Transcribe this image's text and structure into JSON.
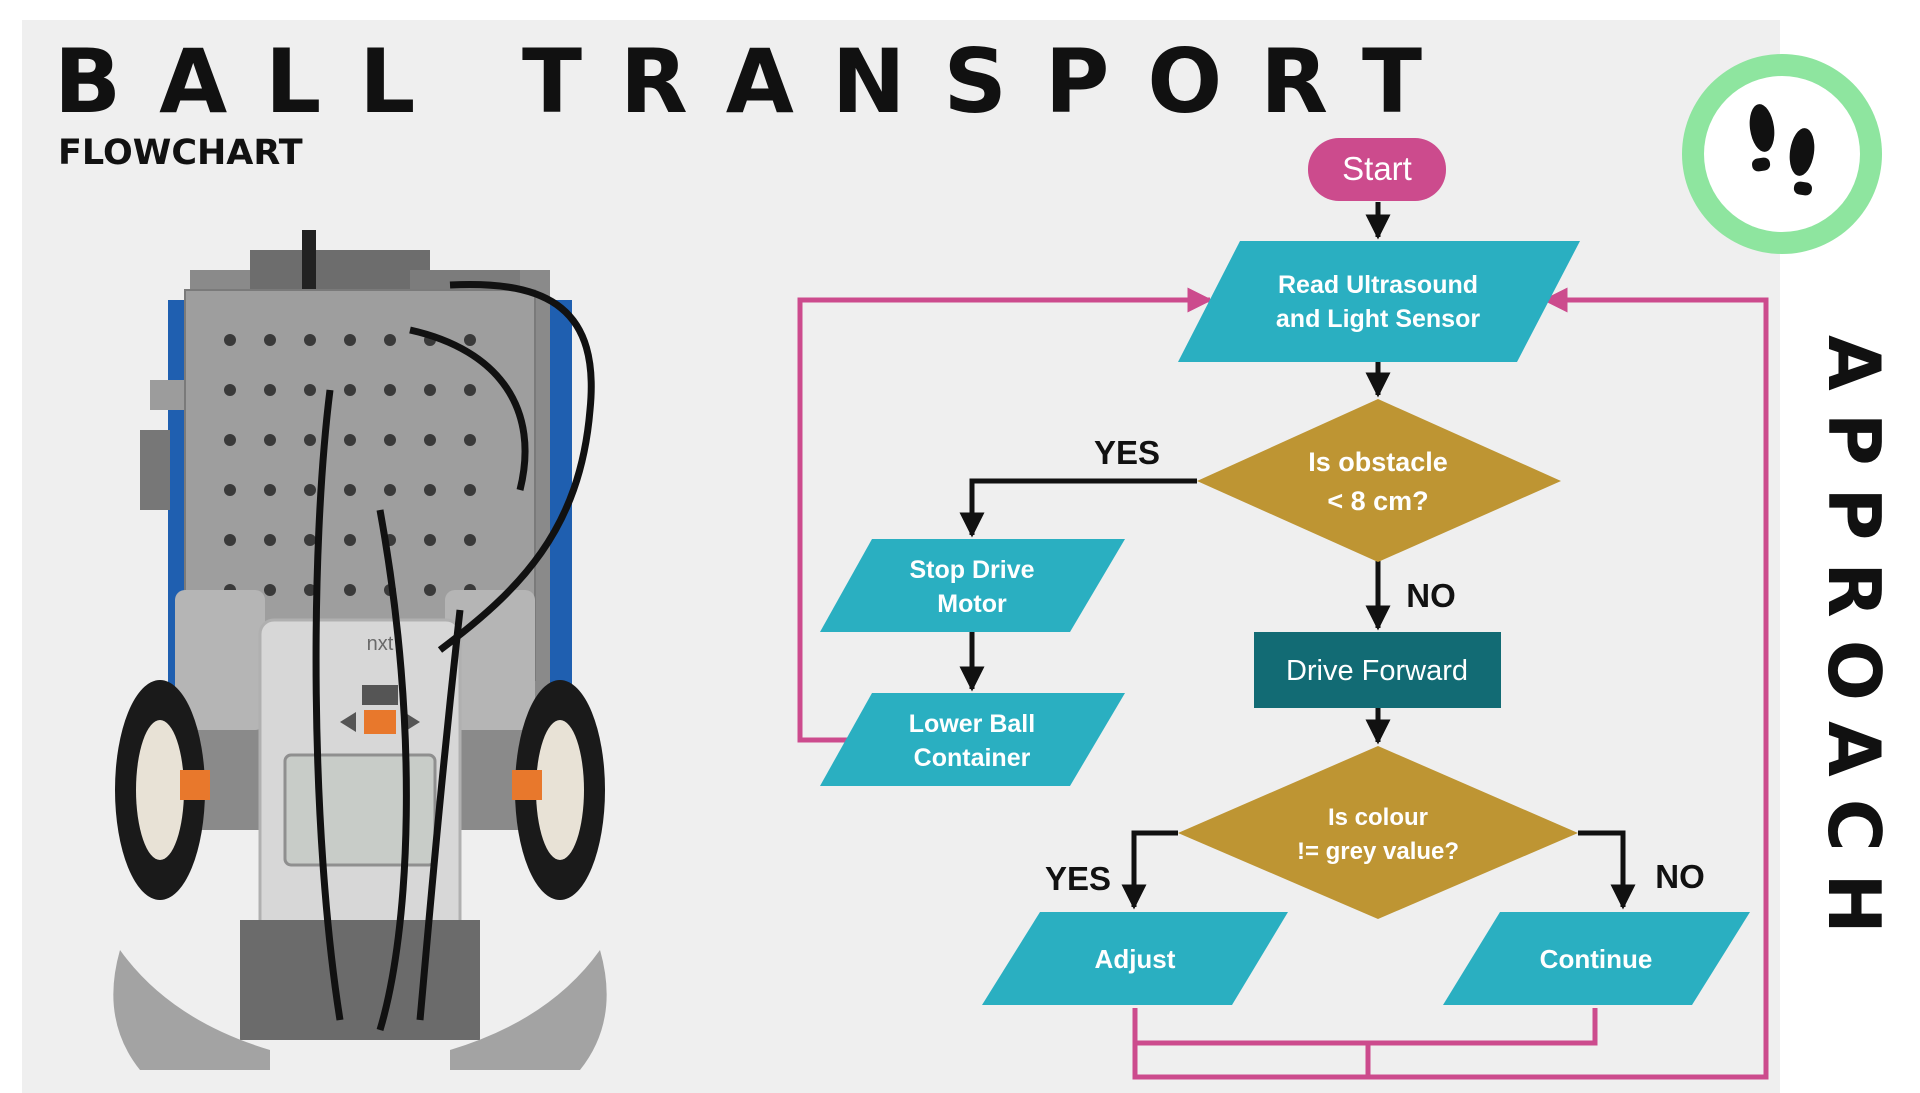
{
  "header": {
    "title": "BALL TRANSPORT",
    "subtitle": "FLOWCHART"
  },
  "side_label": "APPROACH",
  "badge_icon": "footsteps-icon",
  "photo": {
    "subject": "robot-photo",
    "brick_brand": "nxt"
  },
  "flowchart": {
    "start": "Start",
    "read_sensor": [
      "Read Ultrasound",
      "and Light Sensor"
    ],
    "obstacle_decision": [
      "Is obstacle",
      "< 8 cm?"
    ],
    "obstacle_yes": "YES",
    "obstacle_no": "NO",
    "stop_motor": [
      "Stop Drive",
      "Motor"
    ],
    "lower_container": [
      "Lower Ball",
      "Container"
    ],
    "drive_forward": "Drive Forward",
    "colour_decision": [
      "Is colour",
      "!= grey value?"
    ],
    "colour_yes": "YES",
    "colour_no": "NO",
    "adjust": "Adjust",
    "continue": "Continue"
  },
  "colors": {
    "start": "#cc4b8d",
    "io": "#2aafc1",
    "process": "#126b74",
    "decision": "#be9533",
    "loop_line": "#cc4b8d",
    "badge_ring": "#8ee59f"
  }
}
